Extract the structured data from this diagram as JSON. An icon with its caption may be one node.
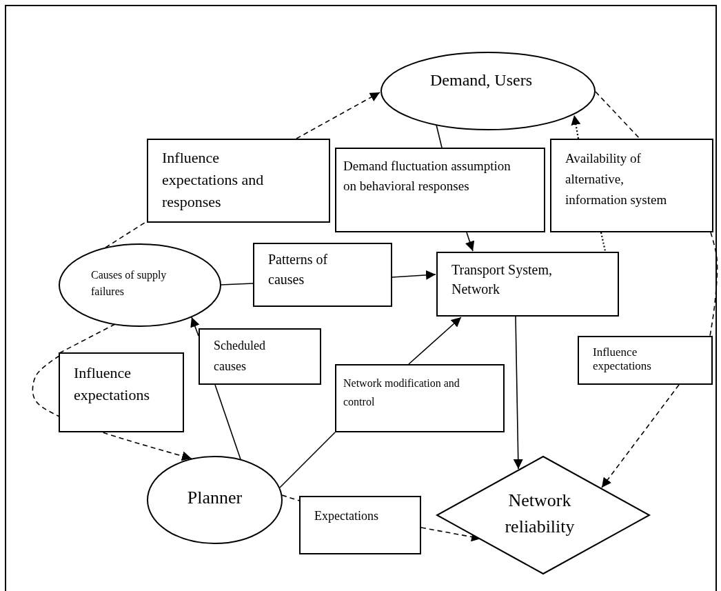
{
  "diagram": {
    "nodes": [
      {
        "text": [
          "Demand, Users"
        ]
      },
      {
        "text": [
          "Influence expectations and responses"
        ]
      },
      {
        "text": [
          "Demand fluctuation assumption on behavioral responses"
        ]
      },
      {
        "text": [
          "Availability of alternative, information system"
        ]
      },
      {
        "text": [
          "Causes of supply failures"
        ]
      },
      {
        "text": [
          "Patterns of causes"
        ]
      },
      {
        "text": [
          "Transport System, Network"
        ]
      },
      {
        "text": [
          "Scheduled causes"
        ]
      },
      {
        "text": [
          "Influence expectations"
        ]
      },
      {
        "text": [
          "Network modification and control"
        ]
      },
      {
        "text": [
          "Influence expectations"
        ]
      },
      {
        "text": [
          "Planner"
        ]
      },
      {
        "text": [
          "Expectations"
        ]
      },
      {
        "text": [
          "Network reliability"
        ]
      }
    ],
    "edges": [
      {
        "from": 4,
        "to": 1,
        "arrow": "none",
        "style": "dashed"
      },
      {
        "from": 1,
        "to": 0,
        "arrow": "to",
        "style": "dashed"
      },
      {
        "from": 0,
        "to": 2,
        "arrow": "none"
      },
      {
        "from": 2,
        "to": 6,
        "arrow": "to"
      },
      {
        "from": 3,
        "to": 0,
        "arrow": "to",
        "style": "dashed"
      },
      {
        "from": 3,
        "to": 6,
        "arrow": "none",
        "style": "dashed"
      },
      {
        "from": 0,
        "to": 3,
        "arrow": "none",
        "style": "dashed"
      },
      {
        "from": 3,
        "to": 10,
        "arrow": "none",
        "style": "dashed"
      },
      {
        "from": 10,
        "to": 13,
        "arrow": "to",
        "style": "dashed"
      },
      {
        "from": 4,
        "to": 5,
        "arrow": "none"
      },
      {
        "from": 5,
        "to": 6,
        "arrow": "to"
      },
      {
        "from": 11,
        "to": 7,
        "arrow": "none"
      },
      {
        "from": 7,
        "to": 4,
        "arrow": "to"
      },
      {
        "from": 11,
        "to": 9,
        "arrow": "none"
      },
      {
        "from": 9,
        "to": 6,
        "arrow": "to"
      },
      {
        "from": 6,
        "to": 13,
        "arrow": "to"
      },
      {
        "from": 4,
        "to": 8,
        "arrow": "none",
        "style": "dashed"
      },
      {
        "from": 8,
        "to": 11,
        "arrow": "to",
        "style": "dashed"
      },
      {
        "from": 11,
        "to": 12,
        "arrow": "none",
        "style": "dashed"
      },
      {
        "from": 12,
        "to": 13,
        "arrow": "to",
        "style": "dashed"
      }
    ]
  }
}
